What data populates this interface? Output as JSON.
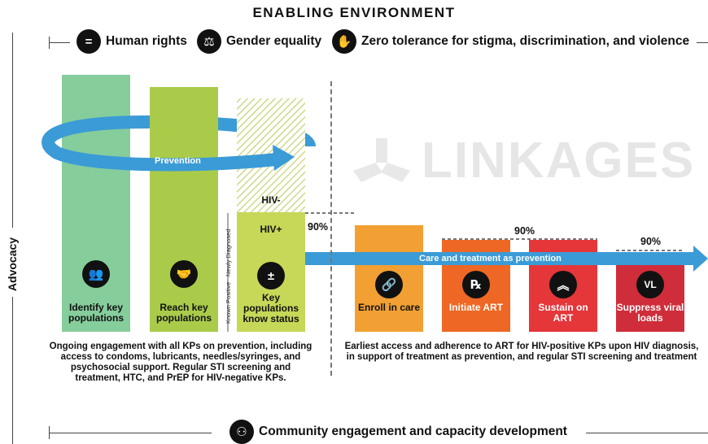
{
  "title": "ENABLING ENVIRONMENT",
  "principles": [
    {
      "label": "Human rights",
      "icon": "equal-sign-icon",
      "glyph": "="
    },
    {
      "label": "Gender equality",
      "icon": "scales-icon",
      "glyph": "⚖"
    },
    {
      "label": "Zero tolerance for stigma, discrimination, and violence",
      "icon": "stop-hand-icon",
      "glyph": "✋"
    }
  ],
  "side_label": "Advocacy",
  "watermark": "LINKAGES",
  "arrows": {
    "prevention": "Prevention",
    "treatment": "Care and treatment as prevention"
  },
  "status_bar": {
    "negative": "HIV-",
    "positive": "HIV+",
    "newly_diagnosed": "Newly Diagnosed",
    "known_positive": "Known Positive"
  },
  "steps": [
    {
      "label": "Identify key populations",
      "icon": "people-group-icon",
      "glyph": "👥",
      "color": "#86cd9c"
    },
    {
      "label": "Reach key populations",
      "icon": "handshake-icon",
      "glyph": "🤝",
      "color": "#aacb4a"
    },
    {
      "label": "Key populations know status",
      "icon": "plus-minus-icon",
      "glyph": "±",
      "color": "#c7d757"
    },
    {
      "label": "Enroll in care",
      "icon": "link-icon",
      "glyph": "🔗",
      "color": "#f2a033"
    },
    {
      "label": "Initiate ART",
      "icon": "rx-icon",
      "glyph": "℞",
      "color": "#ee6724"
    },
    {
      "label": "Sustain on ART",
      "icon": "chevrons-up-icon",
      "glyph": "︽",
      "color": "#e5363a"
    },
    {
      "label": "Suppress viral loads",
      "icon": "vl-icon",
      "glyph": "VL",
      "color": "#cf2d3a"
    }
  ],
  "targets": [
    "90%",
    "90%",
    "90%"
  ],
  "notes": {
    "prevention": "Ongoing engagement with all KPs on prevention, including access to condoms, lubricants, needles/syringes, and psychosocial support. Regular STI screening and treatment, HTC, and PrEP for HIV-negative KPs.",
    "treatment": "Earliest access and adherence to ART for HIV-positive KPs upon HIV diagnosis, in support of treatment as prevention, and regular STI screening and treatment"
  },
  "footer": {
    "label": "Community engagement and capacity development",
    "icon": "community-icon",
    "glyph": "⚇"
  },
  "colors": {
    "arrow": "#3b9bd6",
    "arrow_dark": "#2a7fb8"
  }
}
